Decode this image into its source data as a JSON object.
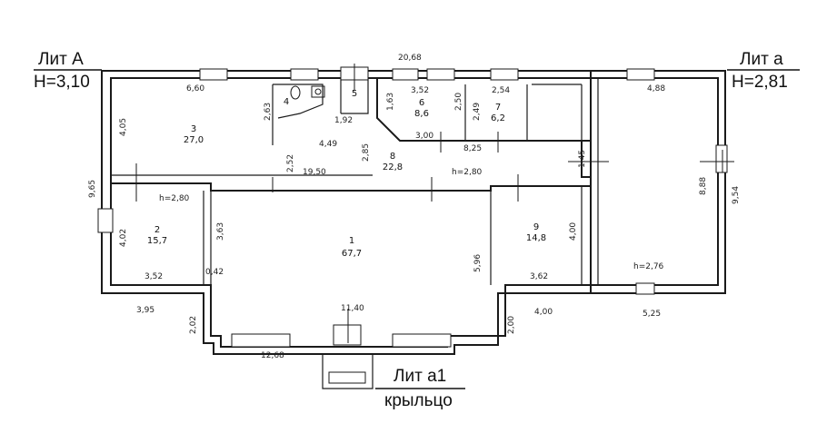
{
  "labels": {
    "lit_a_main": "Лит А",
    "h_main": "H=3,10",
    "lit_a_small": "Лит а",
    "h_small": "H=2,81",
    "lit_a1": "Лит а1",
    "porch": "крыльцо"
  },
  "rooms": [
    {
      "num": "1",
      "area": "67,7"
    },
    {
      "num": "2",
      "area": "15,7"
    },
    {
      "num": "3",
      "area": "27,0"
    },
    {
      "num": "4",
      "area": ""
    },
    {
      "num": "5",
      "area": ""
    },
    {
      "num": "6",
      "area": "8,6"
    },
    {
      "num": "7",
      "area": "6,2"
    },
    {
      "num": "8",
      "area": "22,8"
    },
    {
      "num": "9",
      "area": "14,8"
    }
  ],
  "heights": {
    "room2": "h=2,80",
    "corridor": "h=2,80",
    "annex": "h=2,76"
  },
  "dimensions": {
    "total_length": "20,68",
    "annex_total_height": "9,54",
    "main_total_height": "9,65",
    "room3_width": "6,60",
    "room3_height": "4,05",
    "room4_height": "2,63",
    "room5_width": "1,92",
    "room6_height": "1,63",
    "room6_width": "3,52",
    "room6_inner": "2,50",
    "room7_width": "2,54",
    "room7_height": "2,49",
    "annex_width": "4,88",
    "annex_height": "8,88",
    "corridor_length": "19,50",
    "corridor_width": "2,52",
    "hall_width": "4,49",
    "corridor_mid": "2,85",
    "corridor_seg": "3,00",
    "corridor_right": "8,25",
    "corridor_end": "1,45",
    "room2_height": "4,02",
    "room2_width": "3,52",
    "room1_left": "3,63",
    "room1_right": "5,96",
    "room1_offset": "0,42",
    "room1_width": "11,40",
    "room9_height": "4,00",
    "room9_width": "3,62",
    "left_bottom": "3,95",
    "left_step": "2,02",
    "bottom_length": "12,68",
    "right_step": "2,00",
    "right_bottom": "4,00",
    "annex_bottom": "5,25"
  }
}
